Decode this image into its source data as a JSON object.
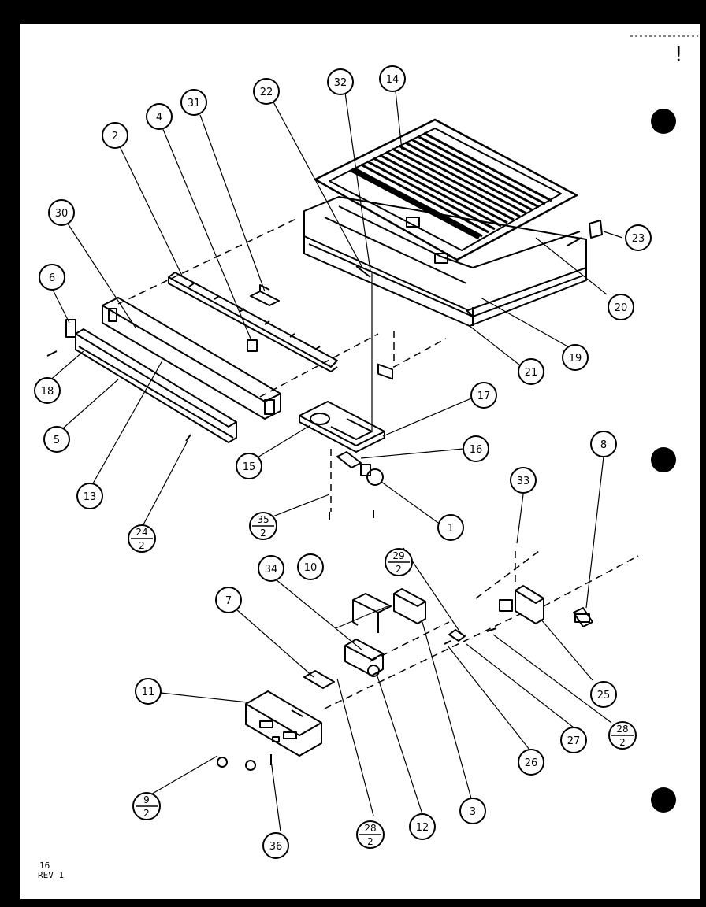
{
  "sheet": {
    "page_number": "16",
    "revision": "REV 1",
    "corner_mark": "!"
  },
  "callouts": {
    "c1": "1",
    "c2": "2",
    "c3": "3",
    "c4": "4",
    "c5": "5",
    "c6": "6",
    "c7": "7",
    "c8": "8",
    "c10": "10",
    "c11": "11",
    "c12": "12",
    "c13": "13",
    "c14": "14",
    "c15": "15",
    "c16": "16",
    "c17": "17",
    "c18": "18",
    "c19": "19",
    "c20": "20",
    "c21": "21",
    "c22": "22",
    "c23": "23",
    "c25": "25",
    "c26": "26",
    "c27": "27",
    "c30": "30",
    "c31": "31",
    "c32": "32",
    "c33": "33",
    "c34": "34",
    "c36": "36"
  },
  "fractions": {
    "f24": {
      "num": "24",
      "den": "2"
    },
    "f35": {
      "num": "35",
      "den": "2"
    },
    "f29": {
      "num": "29",
      "den": "2"
    },
    "f28a": {
      "num": "28",
      "den": "2"
    },
    "f28b": {
      "num": "28",
      "den": "2"
    },
    "f9": {
      "num": "9",
      "den": "2"
    }
  }
}
